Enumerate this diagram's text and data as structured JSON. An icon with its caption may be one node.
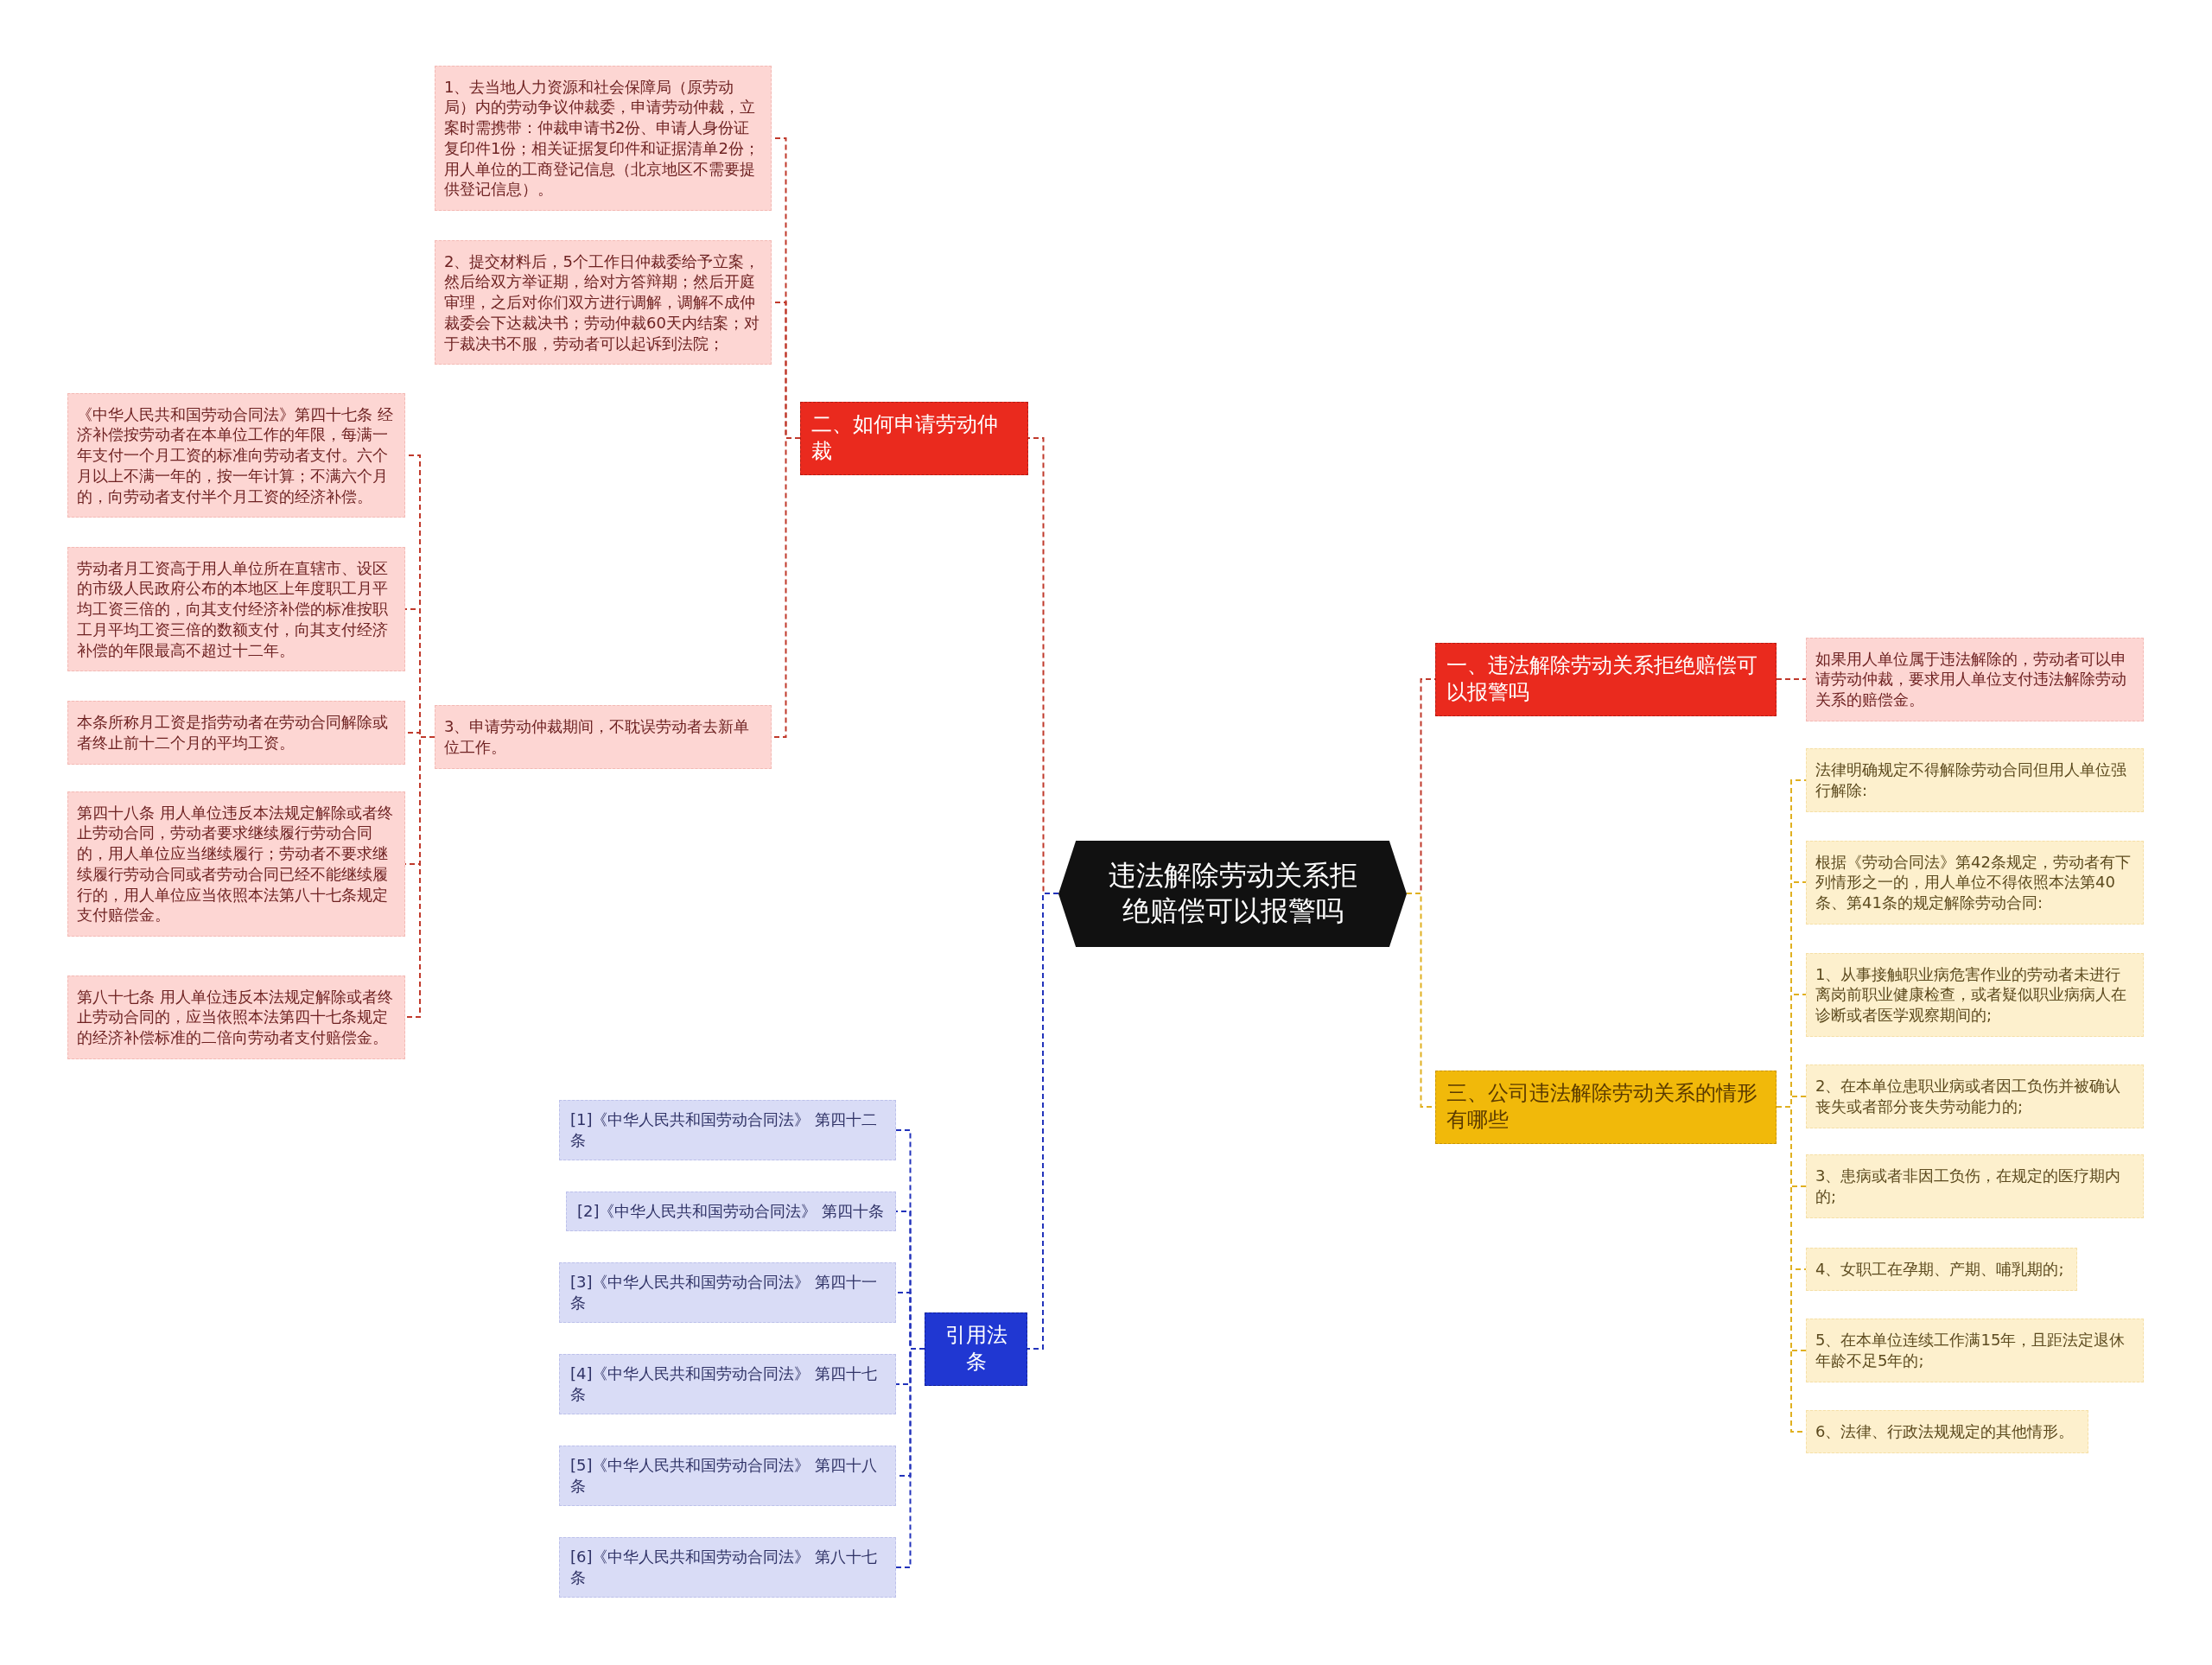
{
  "diagram": {
    "nodes": [
      {
        "text": [
          "违法解除劳动关系拒绝赔偿可以报警吗"
        ]
      },
      {
        "text": [
          "二、如何申请劳动仲裁"
        ]
      },
      {
        "text": [
          "1、去当地人力资源和社会保障局（原劳动局）内的劳动争议仲裁委，申请劳动仲裁，立案时需携带：仲裁申请书2份、申请人身份证复印件1份；相关证据复印件和证据清单2份；用人单位的工商登记信息（北京地区不需要提供登记信息）。"
        ]
      },
      {
        "text": [
          "2、提交材料后，5个工作日仲裁委给予立案，然后给双方举证期，给对方答辩期；然后开庭审理，之后对你们双方进行调解，调解不成仲裁委会下达裁决书；劳动仲裁60天内结案；对于裁决书不服，劳动者可以起诉到法院；"
        ]
      },
      {
        "text": [
          "3、申请劳动仲裁期间，不耽误劳动者去新单位工作。"
        ]
      },
      {
        "text": [
          "《中华人民共和国劳动合同法》第四十七条 经济补偿按劳动者在本单位工作的年限，每满一年支付一个月工资的标准向劳动者支付。六个月以上不满一年的，按一年计算；不满六个月的，向劳动者支付半个月工资的经济补偿。"
        ]
      },
      {
        "text": [
          "劳动者月工资高于用人单位所在直辖市、设区的市级人民政府公布的本地区上年度职工月平均工资三倍的，向其支付经济补偿的标准按职工月平均工资三倍的数额支付，向其支付经济补偿的年限最高不超过十二年。"
        ]
      },
      {
        "text": [
          "本条所称月工资是指劳动者在劳动合同解除或者终止前十二个月的平均工资。"
        ]
      },
      {
        "text": [
          "第四十八条 用人单位违反本法规定解除或者终止劳动合同，劳动者要求继续履行劳动合同的，用人单位应当继续履行；劳动者不要求继续履行劳动合同或者劳动合同已经不能继续履行的，用人单位应当依照本法第八十七条规定支付赔偿金。"
        ]
      },
      {
        "text": [
          "第八十七条 用人单位违反本法规定解除或者终止劳动合同的，应当依照本法第四十七条规定的经济补偿标准的二倍向劳动者支付赔偿金。"
        ]
      },
      {
        "text": [
          "引用法条"
        ]
      },
      {
        "text": [
          "[1]《中华人民共和国劳动合同法》 第四十二条"
        ]
      },
      {
        "text": [
          "[2]《中华人民共和国劳动合同法》 第四十条"
        ]
      },
      {
        "text": [
          "[3]《中华人民共和国劳动合同法》 第四十一条"
        ]
      },
      {
        "text": [
          "[4]《中华人民共和国劳动合同法》 第四十七条"
        ]
      },
      {
        "text": [
          "[5]《中华人民共和国劳动合同法》 第四十八条"
        ]
      },
      {
        "text": [
          "[6]《中华人民共和国劳动合同法》 第八十七条"
        ]
      },
      {
        "text": [
          "一、违法解除劳动关系拒绝赔偿可以报警吗"
        ]
      },
      {
        "text": [
          "如果用人单位属于违法解除的，劳动者可以申请劳动仲裁，要求用人单位支付违法解除劳动关系的赔偿金。"
        ]
      },
      {
        "text": [
          "三、公司违法解除劳动关系的情形有哪些"
        ]
      },
      {
        "text": [
          "法律明确规定不得解除劳动合同但用人单位强行解除:"
        ]
      },
      {
        "text": [
          "根据《劳动合同法》第42条规定，劳动者有下列情形之一的，用人单位不得依照本法第40条、第41条的规定解除劳动合同:"
        ]
      },
      {
        "text": [
          "1、从事接触职业病危害作业的劳动者未进行离岗前职业健康检查，或者疑似职业病病人在诊断或者医学观察期间的;"
        ]
      },
      {
        "text": [
          "2、在本单位患职业病或者因工负伤并被确认丧失或者部分丧失劳动能力的;"
        ]
      },
      {
        "text": [
          "3、患病或者非因工负伤，在规定的医疗期内的;"
        ]
      },
      {
        "text": [
          "4、女职工在孕期、产期、哺乳期的;"
        ]
      },
      {
        "text": [
          "5、在本单位连续工作满15年，且距法定退休年龄不足5年的;"
        ]
      },
      {
        "text": [
          "6、法律、行政法规规定的其他情形。"
        ]
      }
    ],
    "edges": [
      {
        "from": 0,
        "to": 1,
        "arrow": "none",
        "style": "dashed"
      },
      {
        "from": 1,
        "to": 2,
        "arrow": "none",
        "style": "dashed"
      },
      {
        "from": 1,
        "to": 3,
        "arrow": "none",
        "style": "dashed"
      },
      {
        "from": 1,
        "to": 4,
        "arrow": "none",
        "style": "dashed"
      },
      {
        "from": 4,
        "to": 5,
        "arrow": "none",
        "style": "dashed"
      },
      {
        "from": 4,
        "to": 6,
        "arrow": "none",
        "style": "dashed"
      },
      {
        "from": 4,
        "to": 7,
        "arrow": "none",
        "style": "dashed"
      },
      {
        "from": 4,
        "to": 8,
        "arrow": "none",
        "style": "dashed"
      },
      {
        "from": 4,
        "to": 9,
        "arrow": "none",
        "style": "dashed"
      },
      {
        "from": 0,
        "to": 10,
        "arrow": "none",
        "style": "dashed",
        "color": "#2233bb"
      },
      {
        "from": 10,
        "to": 11,
        "arrow": "none",
        "style": "dashed",
        "color": "#2233bb"
      },
      {
        "from": 10,
        "to": 12,
        "arrow": "none",
        "style": "dashed",
        "color": "#2233bb"
      },
      {
        "from": 10,
        "to": 13,
        "arrow": "none",
        "style": "dashed",
        "color": "#2233bb"
      },
      {
        "from": 10,
        "to": 14,
        "arrow": "none",
        "style": "dashed",
        "color": "#2233bb"
      },
      {
        "from": 10,
        "to": 15,
        "arrow": "none",
        "style": "dashed",
        "color": "#2233bb"
      },
      {
        "from": 10,
        "to": 16,
        "arrow": "none",
        "style": "dashed",
        "color": "#2233bb"
      },
      {
        "from": 0,
        "to": 17,
        "arrow": "none",
        "style": "dashed"
      },
      {
        "from": 17,
        "to": 18,
        "arrow": "none",
        "style": "dashed"
      },
      {
        "from": 0,
        "to": 19,
        "arrow": "none",
        "style": "dashed",
        "color": "#e0b020"
      },
      {
        "from": 19,
        "to": 20,
        "arrow": "none",
        "style": "dashed",
        "color": "#e0b020"
      },
      {
        "from": 19,
        "to": 21,
        "arrow": "none",
        "style": "dashed",
        "color": "#e0b020"
      },
      {
        "from": 19,
        "to": 22,
        "arrow": "none",
        "style": "dashed",
        "color": "#e0b020"
      },
      {
        "from": 19,
        "to": 23,
        "arrow": "none",
        "style": "dashed",
        "color": "#e0b020"
      },
      {
        "from": 19,
        "to": 24,
        "arrow": "none",
        "style": "dashed",
        "color": "#e0b020"
      },
      {
        "from": 19,
        "to": 25,
        "arrow": "none",
        "style": "dashed",
        "color": "#e0b020"
      },
      {
        "from": 19,
        "to": 26,
        "arrow": "none",
        "style": "dashed",
        "color": "#e0b020"
      },
      {
        "from": 19,
        "to": 27,
        "arrow": "none",
        "style": "dashed",
        "color": "#e0b020"
      }
    ]
  }
}
